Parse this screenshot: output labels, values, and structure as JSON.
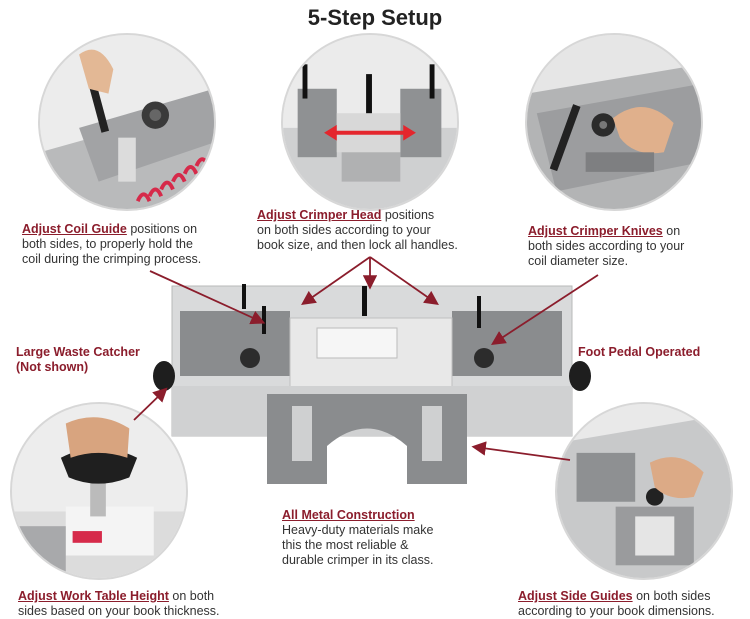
{
  "title": "5-Step Setup",
  "callouts": {
    "coil_guide": {
      "heading": "Adjust Coil Guide",
      "lines": [
        " positions on",
        "both sides, to properly hold the",
        "coil during the crimping process."
      ]
    },
    "crimper_head": {
      "heading": "Adjust Crimper Head",
      "lines": [
        " positions",
        "on both sides according to your",
        "book size, and then lock all handles."
      ]
    },
    "crimper_knives": {
      "heading": "Adjust Crimper Knives",
      "lines": [
        " on",
        "both sides according to your",
        "coil diameter size."
      ]
    },
    "waste_catcher": {
      "line1": "Large Waste Catcher",
      "line2": "(Not shown)"
    },
    "foot_pedal": {
      "line1": "Foot Pedal Operated"
    },
    "metal_construction": {
      "heading": "All Metal Construction",
      "lines": [
        "Heavy-duty materials make",
        "this the most reliable &",
        "durable crimper in its class."
      ]
    },
    "work_table": {
      "heading": "Adjust Work Table Height",
      "lines": [
        " on both",
        "sides based on your book thickness."
      ]
    },
    "side_guides": {
      "heading": "Adjust Side Guides",
      "lines": [
        " on both sides",
        "according to your book dimensions."
      ]
    }
  },
  "colors": {
    "accent": "#8b1d2c",
    "text": "#333333",
    "metal_dark": "#8a8c8e",
    "metal_light": "#d9dadb",
    "coil": "#d62a4a"
  },
  "icons": [
    "coil-guide-photo",
    "crimper-head-photo",
    "crimper-knives-photo",
    "work-table-knob-photo",
    "side-guides-photo",
    "crimper-machine"
  ]
}
